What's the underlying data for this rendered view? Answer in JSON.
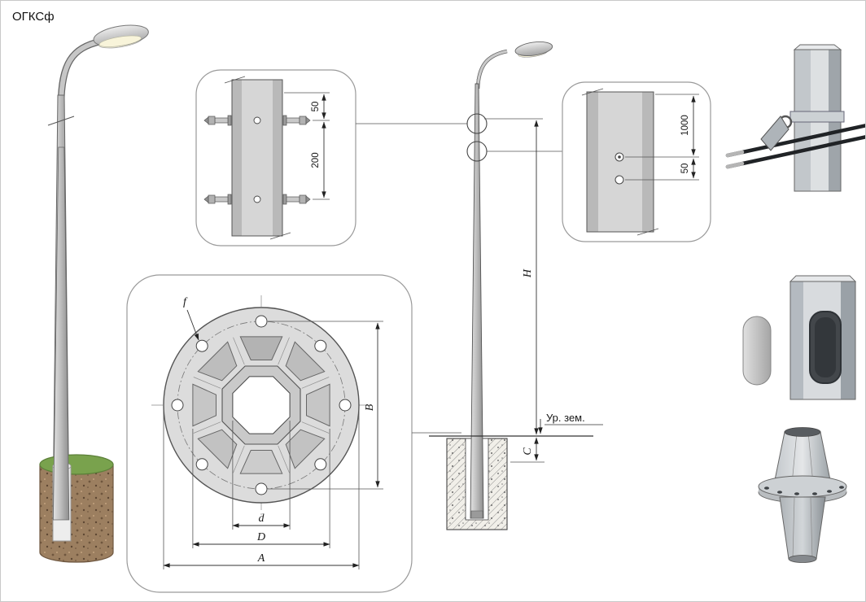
{
  "title": "ОГКСф",
  "clamp_detail": {
    "dim_top": "50",
    "dim_bottom": "200"
  },
  "hole_detail": {
    "dim_top": "1000",
    "dim_bottom": "50"
  },
  "flange_detail": {
    "dim_f": "f",
    "dim_b_axis": "B",
    "dim_d_small": "d",
    "dim_d_big": "D",
    "dim_a": "A"
  },
  "elevation": {
    "dim_h": "H",
    "dim_c": "C",
    "ground_label": "Ур. зем."
  }
}
